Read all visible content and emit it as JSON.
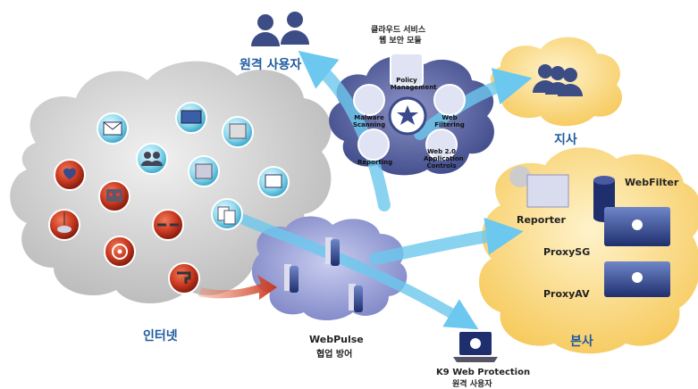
{
  "labels": {
    "remote_users": "원격 사용자",
    "cloud_service_line1": "클라우드 서비스",
    "cloud_service_line2": "웹 보안 모듈",
    "branch": "지사",
    "internet": "인터넷",
    "webpulse": "WebPulse",
    "webpulse_sub": "협업 방어",
    "k9": "K9 Web Protection",
    "k9_sub": "원격 사용자",
    "hq": "본사",
    "reporter": "Reporter",
    "webfilter": "WebFilter",
    "proxysg": "ProxySG",
    "proxyav": "ProxyAV"
  },
  "modules": {
    "policy": "Policy Management",
    "malware": "Malware Scanning",
    "webfilter": "Web Filtering",
    "reporting": "Reporting",
    "web20": "Web 2.0 Application Controls"
  },
  "icons": {
    "threats": [
      "heart-icon",
      "robot-icon",
      "fish-hook-icon",
      "cable-cut-icon",
      "biohazard-icon",
      "leaking-faucet-icon"
    ],
    "content": [
      "email-icon",
      "monitor-icon",
      "web-page-icon",
      "users-icon",
      "gears-icon",
      "shield-icon",
      "documents-icon"
    ]
  },
  "colors": {
    "grey_cloud": "#c9c9c9",
    "purple_cloud": "#9aa0cf",
    "yellow_cloud": "#f9d77c",
    "arrow_blue": "#6cc8ee",
    "arrow_red": "#d84b2a",
    "label_blue": "#1f5a9e"
  }
}
